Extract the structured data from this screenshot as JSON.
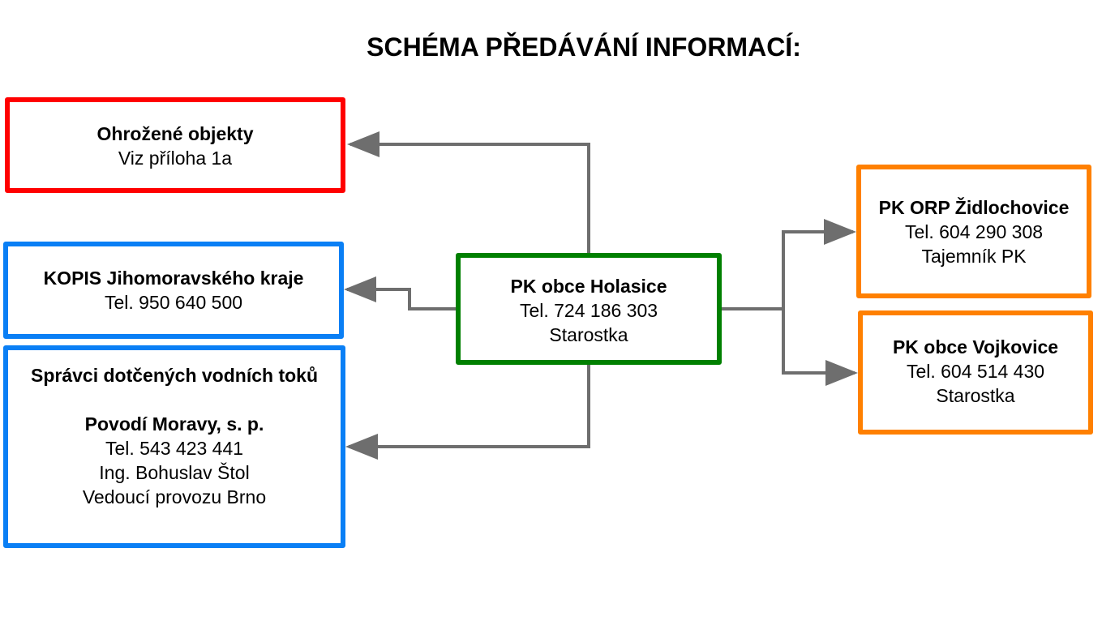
{
  "title": "SCHÉMA PŘEDÁVÁNÍ INFORMACÍ:",
  "colors": {
    "threatened": "#ff0000",
    "regional": "#0a7ff5",
    "center": "#008000",
    "neighbors": "#ff8000",
    "connector": "#6e6e6e"
  },
  "nodes": {
    "threatened_objects": {
      "heading": "Ohrožené objekty",
      "lines": [
        "Viz příloha 1a"
      ]
    },
    "kopis": {
      "heading": "KOPIS Jihomoravského kraje",
      "lines": [
        "Tel. 950 640 500"
      ]
    },
    "water_managers": {
      "heading": "Správci dotčených vodních toků",
      "subheading": "Povodí Moravy, s. p.",
      "lines": [
        "Tel. 543 423 441",
        "Ing. Bohuslav Štol",
        "Vedoucí provozu Brno"
      ]
    },
    "holasice": {
      "heading": "PK obce Holasice",
      "lines": [
        "Tel. 724 186 303",
        "Starostka"
      ]
    },
    "zidlochovice": {
      "heading": "PK ORP Židlochovice",
      "lines": [
        "Tel. 604 290 308",
        "Tajemník PK"
      ]
    },
    "vojkovice": {
      "heading": "PK obce Vojkovice",
      "lines": [
        "Tel. 604 514 430",
        "Starostka"
      ]
    }
  },
  "edges": [
    {
      "from": "holasice",
      "to": "threatened_objects"
    },
    {
      "from": "holasice",
      "to": "kopis"
    },
    {
      "from": "holasice",
      "to": "water_managers"
    },
    {
      "from": "holasice",
      "to": "zidlochovice"
    },
    {
      "from": "holasice",
      "to": "vojkovice"
    }
  ]
}
